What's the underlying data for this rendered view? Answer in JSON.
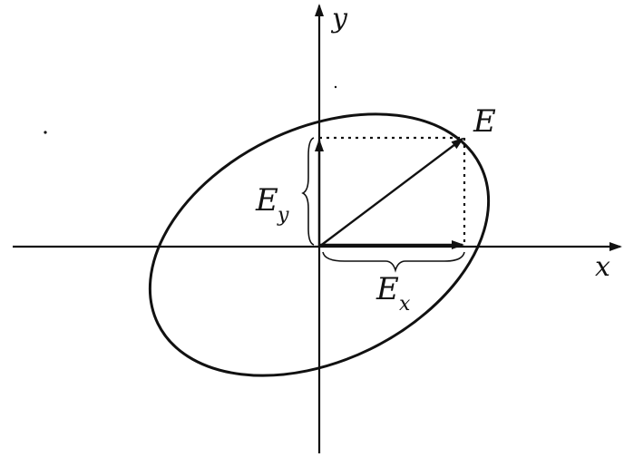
{
  "diagram": {
    "axes": {
      "x_label": "x",
      "y_label": "y"
    },
    "vector": {
      "label": "E",
      "x_component": {
        "base": "E",
        "subscript": "x"
      },
      "y_component": {
        "base": "E",
        "subscript": "y"
      }
    },
    "colors": {
      "ink": "#111111",
      "background": "#ffffff"
    }
  }
}
